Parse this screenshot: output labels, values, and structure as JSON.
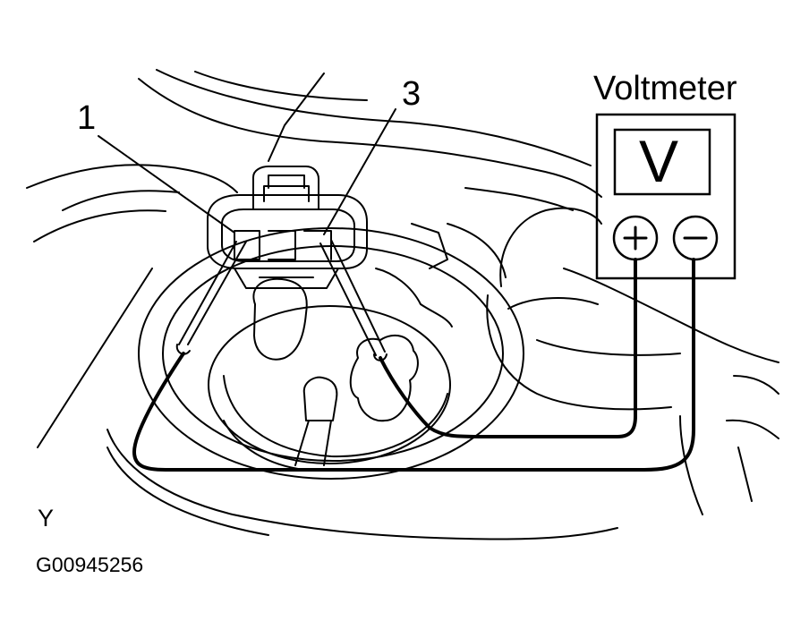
{
  "meter": {
    "title": "Voltmeter",
    "readout": "V",
    "pos_symbol": "+",
    "neg_symbol": "−"
  },
  "callouts": {
    "pin1": "1",
    "pin3": "3"
  },
  "figure": {
    "view_label": "Y",
    "code": "G00945256"
  }
}
